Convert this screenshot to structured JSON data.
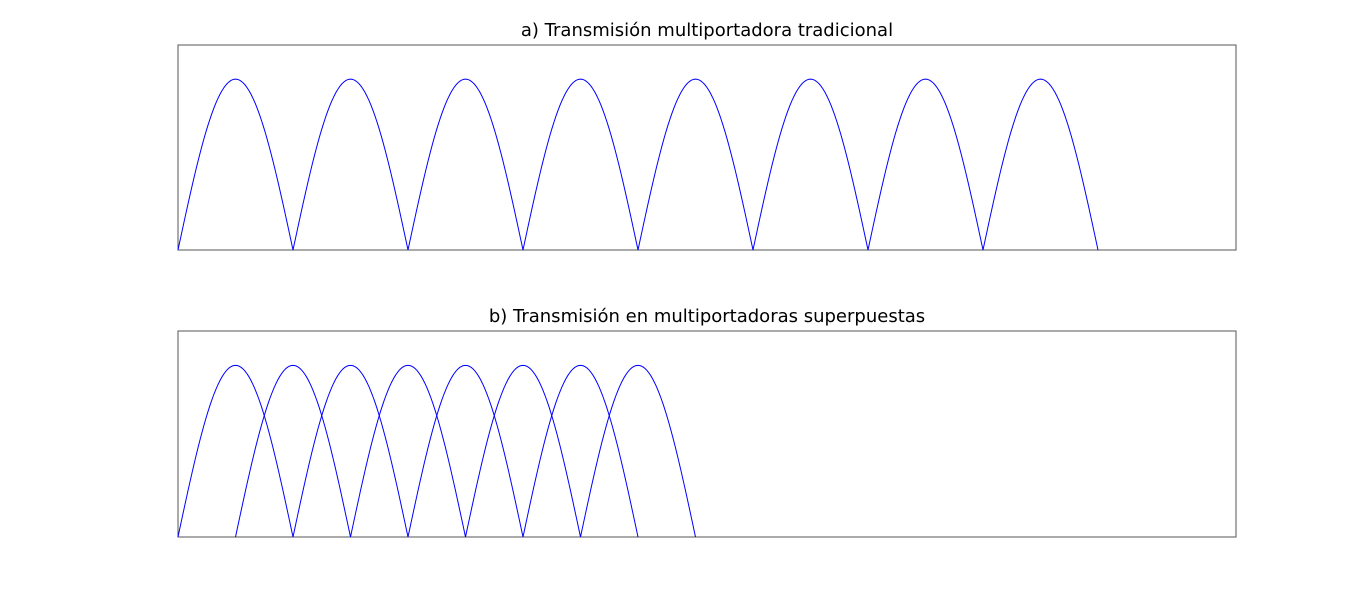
{
  "chart_data": [
    {
      "type": "line",
      "title": "a) Transmisión multiportadora tradicional",
      "xlabel": "",
      "ylabel": "",
      "xlim": [
        0,
        9.2
      ],
      "ylim": [
        0,
        1.2
      ],
      "grid": false,
      "axis_ticks": false,
      "series_color": "#0000ff",
      "carrier_shape": "half-sine",
      "carrier_width": 1,
      "series": [
        {
          "start": 0,
          "end": 1,
          "peak": 1
        },
        {
          "start": 1,
          "end": 2,
          "peak": 1
        },
        {
          "start": 2,
          "end": 3,
          "peak": 1
        },
        {
          "start": 3,
          "end": 4,
          "peak": 1
        },
        {
          "start": 4,
          "end": 5,
          "peak": 1
        },
        {
          "start": 5,
          "end": 6,
          "peak": 1
        },
        {
          "start": 6,
          "end": 7,
          "peak": 1
        },
        {
          "start": 7,
          "end": 8,
          "peak": 1
        }
      ]
    },
    {
      "type": "line",
      "title": "b) Transmisión en multiportadoras superpuestas",
      "xlabel": "",
      "ylabel": "",
      "xlim": [
        0,
        9.2
      ],
      "ylim": [
        0,
        1.2
      ],
      "grid": false,
      "axis_ticks": false,
      "series_color": "#0000ff",
      "carrier_shape": "half-sine",
      "carrier_width": 1,
      "series": [
        {
          "start": 0,
          "end": 1,
          "peak": 1
        },
        {
          "start": 0.5,
          "end": 1.5,
          "peak": 1
        },
        {
          "start": 1,
          "end": 2,
          "peak": 1
        },
        {
          "start": 1.5,
          "end": 2.5,
          "peak": 1
        },
        {
          "start": 2,
          "end": 3,
          "peak": 1
        },
        {
          "start": 2.5,
          "end": 3.5,
          "peak": 1
        },
        {
          "start": 3,
          "end": 4,
          "peak": 1
        },
        {
          "start": 3.5,
          "end": 4.5,
          "peak": 1
        }
      ]
    }
  ]
}
